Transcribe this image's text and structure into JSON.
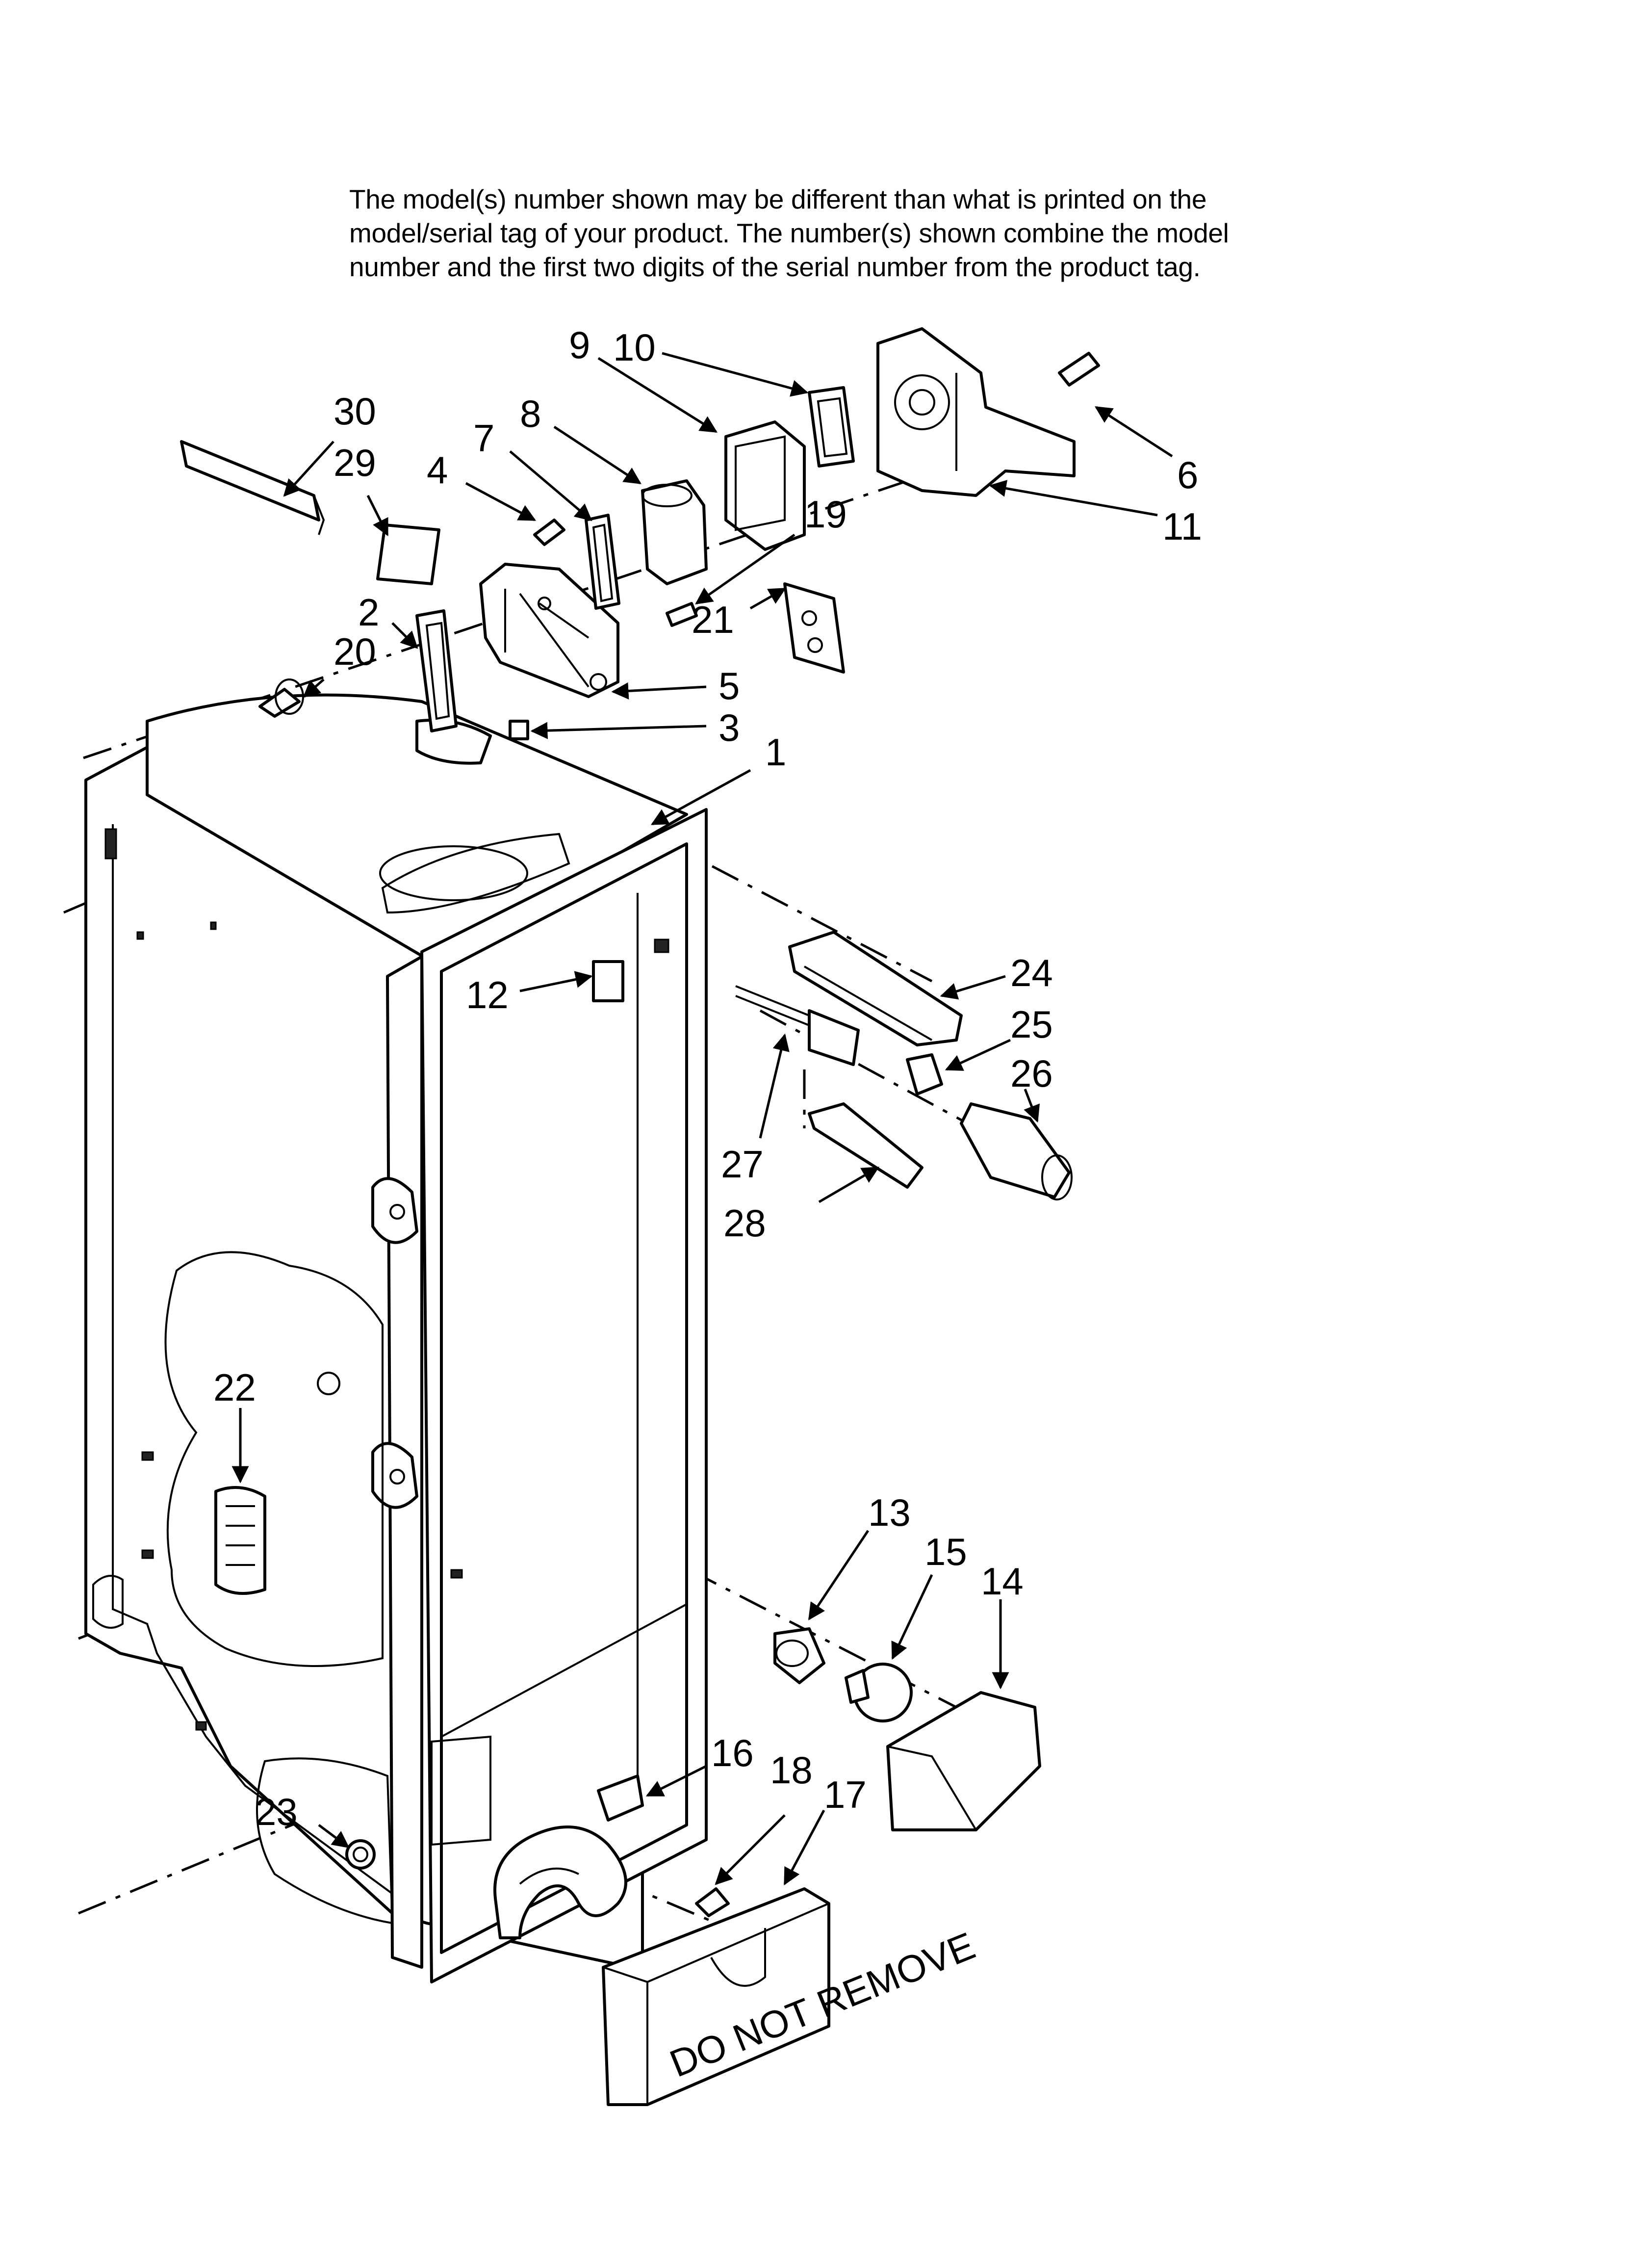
{
  "notice": {
    "line1": "The model(s) number shown may be different than what is printed on the",
    "line2": "model/serial tag of your product. The number(s) shown combine the model",
    "line3": "number and the first two digits of the serial number from the product tag."
  },
  "callouts": {
    "p1": "1",
    "p2": "2",
    "p3": "3",
    "p4": "4",
    "p5": "5",
    "p6": "6",
    "p7": "7",
    "p8": "8",
    "p9": "9",
    "p10": "10",
    "p11": "11",
    "p12": "12",
    "p13": "13",
    "p14": "14",
    "p15": "15",
    "p16": "16",
    "p17": "17",
    "p18": "18",
    "p19": "19",
    "p20": "20",
    "p21": "21",
    "p22": "22",
    "p23": "23",
    "p24": "24",
    "p25": "25",
    "p26": "26",
    "p27": "27",
    "p28": "28",
    "p29": "29",
    "p30": "30"
  },
  "cover_label": "DO NOT REMOVE"
}
